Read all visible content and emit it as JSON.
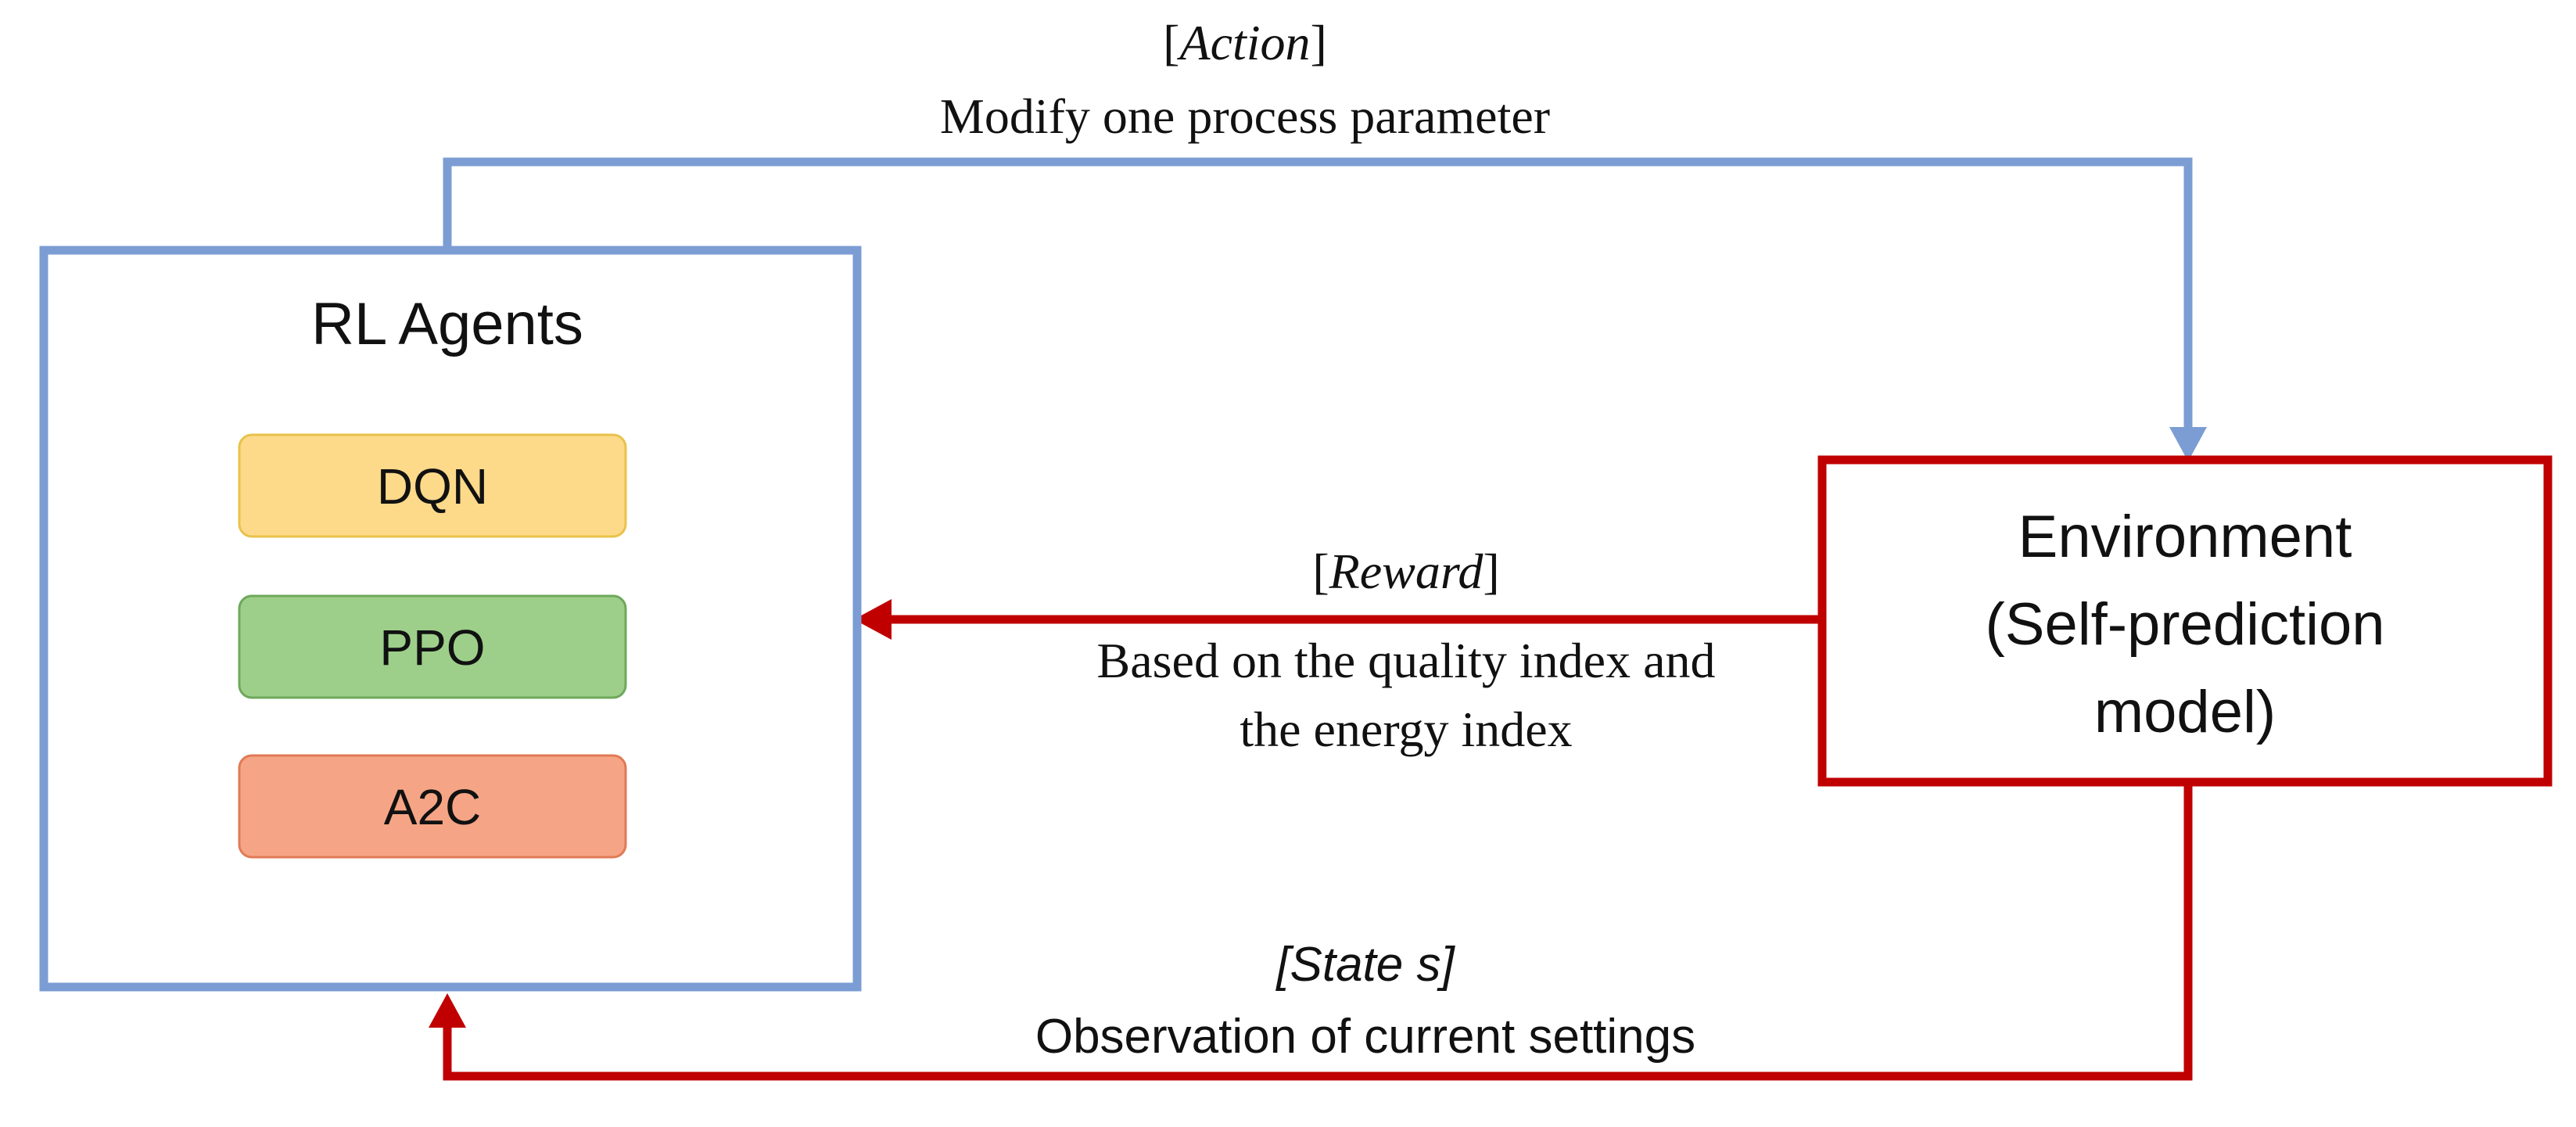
{
  "agents": {
    "title": "RL Agents",
    "algorithms": [
      {
        "label": "DQN"
      },
      {
        "label": "PPO"
      },
      {
        "label": "A2C"
      }
    ]
  },
  "environment": {
    "line1": "Environment",
    "line2": "(Self-prediction",
    "line3": "model)"
  },
  "action": {
    "tag": "[Action]",
    "tag_open": "[",
    "tag_word": "Action",
    "tag_close": "]",
    "description": "Modify one process parameter"
  },
  "reward": {
    "tag": "[Reward]",
    "tag_open": "[",
    "tag_word": "Reward",
    "tag_close": "]",
    "description_line1": "Based on the quality index and",
    "description_line2": "the energy index"
  },
  "state": {
    "tag": "[State s]",
    "description": "Observation of current settings"
  },
  "colors": {
    "agent_border": "#7b9dd4",
    "environment_border": "#c00000",
    "action_arrow": "#7b9dd4",
    "reward_arrow": "#c00000",
    "state_arrow": "#c00000",
    "dqn_fill": "#fdd98a",
    "dqn_border": "#e8c24a",
    "ppo_fill": "#9dcf8a",
    "ppo_border": "#6ea85b",
    "a2c_fill": "#f5a585",
    "a2c_border": "#e07a56"
  }
}
